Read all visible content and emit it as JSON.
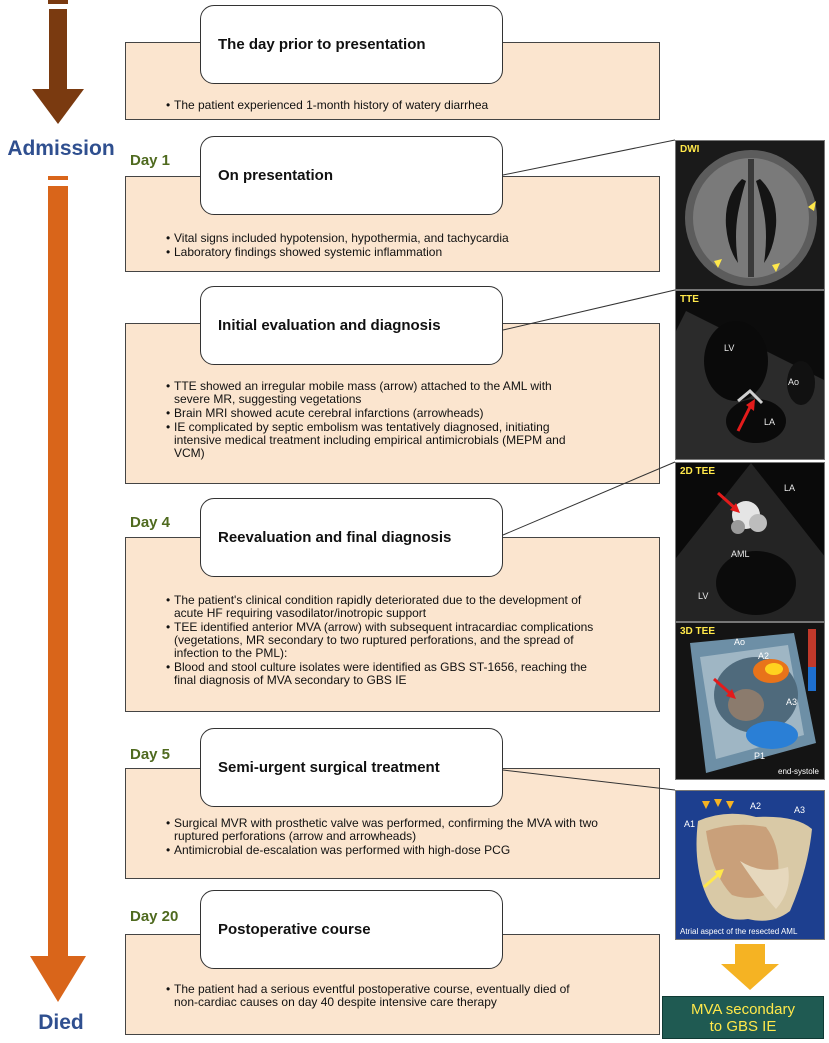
{
  "timeline": {
    "admission_label": "Admission",
    "died_label": "Died",
    "colors": {
      "pre_arrow": "#7a3a10",
      "main_arrow": "#d9651a"
    }
  },
  "stages": [
    {
      "day": "",
      "title": "The day prior to presentation",
      "bullets": [
        "The patient experienced 1-month history of watery diarrhea"
      ]
    },
    {
      "day": "Day 1",
      "title": "On presentation",
      "bullets": [
        "Vital signs included hypotension, hypothermia, and tachycardia",
        "Laboratory findings showed systemic inflammation"
      ]
    },
    {
      "day": "",
      "title": "Initial evaluation and diagnosis",
      "bullets": [
        "TTE showed an irregular mobile mass (arrow) attached to the AML with severe MR, suggesting vegetations",
        "Brain MRI showed acute cerebral infarctions (arrowheads)",
        "IE complicated by septic embolism was tentatively diagnosed, initiating intensive medical treatment including empirical antimicrobials (MEPM and VCM)"
      ]
    },
    {
      "day": "Day 4",
      "title": "Reevaluation and final diagnosis",
      "bullets": [
        "The patient's clinical condition rapidly deteriorated due to the development of acute HF requiring vasodilator/inotropic support",
        "TEE identified anterior MVA (arrow) with subsequent intracardiac complications (vegetations, MR secondary to two ruptured perforations, and the spread of infection to the PML):",
        "Blood and stool culture isolates were identified as GBS ST-1656, reaching the final diagnosis of MVA secondary to GBS IE"
      ]
    },
    {
      "day": "Day 5",
      "title": "Semi-urgent surgical treatment",
      "bullets": [
        "Surgical MVR with prosthetic valve was performed, confirming the MVA with two ruptured perforations (arrow and arrowheads)",
        "Antimicrobial de-escalation was performed with high-dose PCG"
      ]
    },
    {
      "day": "Day 20",
      "title": "Postoperative course",
      "bullets": [
        "The patient had a serious eventful postoperative course, eventually died of non-cardiac causes on day 40 despite intensive care therapy"
      ]
    }
  ],
  "images": {
    "dwi": {
      "tag": "DWI"
    },
    "tte": {
      "tag": "TTE",
      "labels": {
        "lv": "LV",
        "ao": "Ao",
        "la": "LA"
      }
    },
    "tee2d": {
      "tag": "2D TEE",
      "labels": {
        "la": "LA",
        "aml": "AML",
        "lv": "LV"
      }
    },
    "tee3d": {
      "tag": "3D TEE",
      "labels": {
        "ao": "Ao",
        "a2": "A2",
        "a3": "A3",
        "p1": "P1"
      },
      "caption": "end-systole"
    },
    "specimen": {
      "labels": {
        "a1": "A1",
        "a2": "A2",
        "a3": "A3"
      },
      "caption": "Atrial aspect of the resected AML"
    }
  },
  "conclusion": {
    "line1": "MVA secondary",
    "line2": "to GBS IE",
    "colors": {
      "bg": "#1f5a52",
      "text": "#ffe84a",
      "arrow": "#f5b323"
    }
  }
}
